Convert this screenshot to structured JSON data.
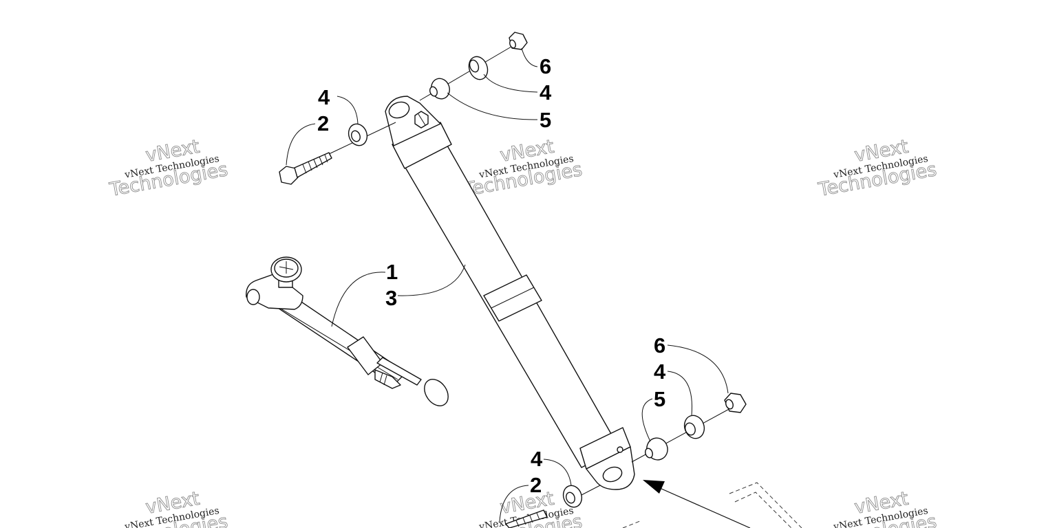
{
  "diagram": {
    "callouts": {
      "top_6": "6",
      "top_4_right": "4",
      "top_5": "5",
      "top_4_left": "4",
      "top_2": "2",
      "mid_1": "1",
      "mid_3": "3",
      "bot_6": "6",
      "bot_4_right": "4",
      "bot_5": "5",
      "bot_4_left": "4",
      "bot_2": "2"
    },
    "watermark": {
      "line_small": "vNext Technologies",
      "line_big_1": "vNext",
      "line_big_2": "Technologies"
    }
  }
}
